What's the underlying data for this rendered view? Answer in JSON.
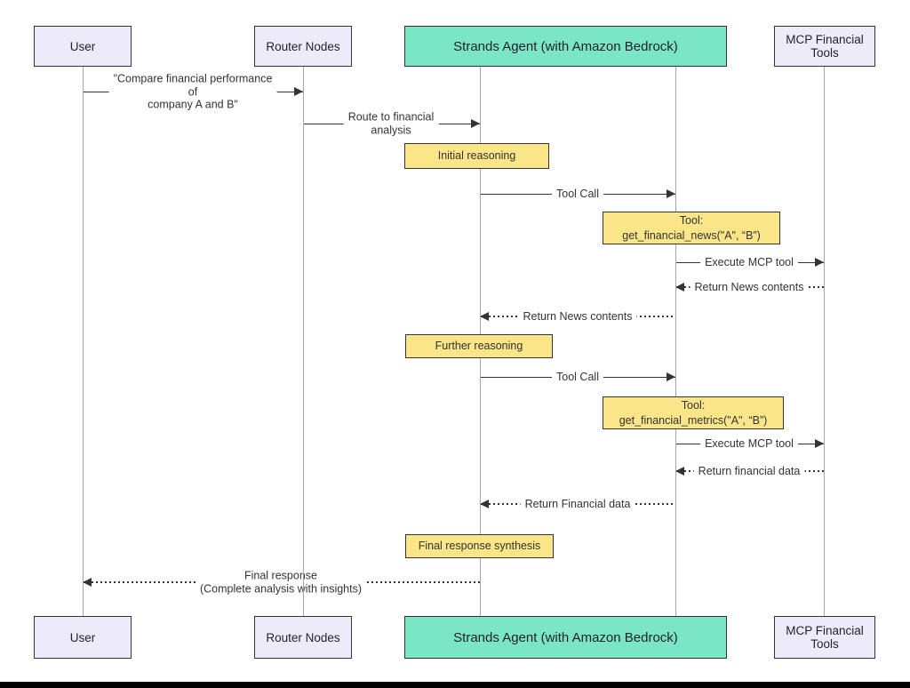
{
  "colors": {
    "background": "#ffffff",
    "participant_fill": "#EDEBFA",
    "participant_border": "#333333",
    "agent_fill": "#7BE6C5",
    "note_fill": "#FAE588",
    "note_border": "#333333",
    "lifeline": "#A6A6A6",
    "message": "#333333",
    "text": "#1F1F2E",
    "bottom_bar": "#000000"
  },
  "participants": [
    {
      "id": "user",
      "label": "User"
    },
    {
      "id": "router",
      "label": "Router Nodes"
    },
    {
      "id": "agent",
      "label": "Strands Agent (with Amazon Bedrock)",
      "highlight": true
    },
    {
      "id": "mcp",
      "label": "MCP Financial Tools"
    }
  ],
  "messages": [
    {
      "from": "user",
      "to": "router",
      "style": "solid",
      "lines": [
        "\"Compare financial performance",
        "of",
        "company A and B\""
      ]
    },
    {
      "from": "router",
      "to": "agent",
      "style": "solid",
      "lines": [
        "Route to financial",
        "analysis"
      ]
    },
    {
      "from": "agent",
      "to": "agent-tools",
      "style": "solid",
      "lines": [
        "Tool Call"
      ]
    },
    {
      "from": "agent-tools",
      "to": "mcp",
      "style": "solid",
      "lines": [
        "Execute MCP tool"
      ]
    },
    {
      "from": "mcp",
      "to": "agent-tools",
      "style": "dotted",
      "lines": [
        "Return News contents"
      ]
    },
    {
      "from": "agent-tools",
      "to": "agent",
      "style": "dotted",
      "lines": [
        "Return News contents"
      ]
    },
    {
      "from": "agent",
      "to": "agent-tools",
      "style": "solid",
      "lines": [
        "Tool Call"
      ]
    },
    {
      "from": "agent-tools",
      "to": "mcp",
      "style": "solid",
      "lines": [
        "Execute MCP tool"
      ]
    },
    {
      "from": "mcp",
      "to": "agent-tools",
      "style": "dotted",
      "lines": [
        "Return financial data"
      ]
    },
    {
      "from": "agent-tools",
      "to": "agent",
      "style": "dotted",
      "lines": [
        "Return Financial data"
      ]
    },
    {
      "from": "agent",
      "to": "user",
      "style": "dotted",
      "lines": [
        "Final response",
        "(Complete analysis with insights)"
      ]
    }
  ],
  "notes": [
    {
      "over": "agent",
      "lines": [
        "Initial reasoning"
      ]
    },
    {
      "over": "agent-tools",
      "lines": [
        "Tool:",
        "get_financial_news(\"A\", “B”)"
      ]
    },
    {
      "over": "agent",
      "lines": [
        "Further reasoning"
      ]
    },
    {
      "over": "agent-tools",
      "lines": [
        "Tool:",
        "get_financial_metrics(\"A\", “B”)"
      ]
    },
    {
      "over": "agent",
      "lines": [
        "Final response synthesis"
      ]
    }
  ]
}
